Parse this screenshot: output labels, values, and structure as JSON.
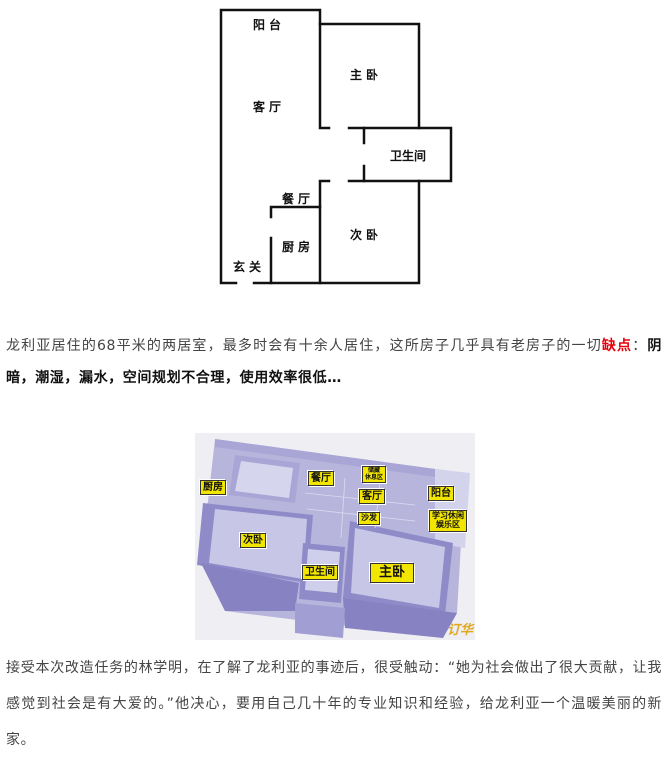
{
  "floorplan": {
    "rooms": [
      {
        "id": "balcony",
        "label": "阳台"
      },
      {
        "id": "master-bedroom",
        "label": "主卧"
      },
      {
        "id": "living-room",
        "label": "客厅"
      },
      {
        "id": "bathroom",
        "label": "卫生间"
      },
      {
        "id": "dining-room",
        "label": "餐厅"
      },
      {
        "id": "second-bedroom",
        "label": "次卧"
      },
      {
        "id": "kitchen",
        "label": "厨房"
      },
      {
        "id": "entrance",
        "label": "玄关"
      }
    ]
  },
  "paragraph1": {
    "text_normal": "龙利亚居住的68平米的两居室，最多时会有十余人居住，这所房子几乎具有老房子的一切",
    "text_highlight": "缺点",
    "text_colon": "：",
    "text_bold": "阴暗，潮湿，漏水，空间规划不合理，使用效率很低…",
    "highlight_color": "#e8000b"
  },
  "render3d": {
    "tags": [
      {
        "id": "kitchen",
        "label": "厨房"
      },
      {
        "id": "dining",
        "label": "餐厅"
      },
      {
        "id": "storage",
        "label": "储藏\n休息区"
      },
      {
        "id": "living",
        "label": "客厅"
      },
      {
        "id": "balcony",
        "label": "阳台"
      },
      {
        "id": "sofa",
        "label": "沙发"
      },
      {
        "id": "study",
        "label": "学习休闲\n娱乐区"
      },
      {
        "id": "second-bedroom",
        "label": "次卧"
      },
      {
        "id": "bathroom",
        "label": "卫生间"
      },
      {
        "id": "master-bedroom",
        "label": "主卧"
      }
    ],
    "watermark": "订华",
    "tag_color": "#f2e600",
    "wall_color": "#8c88c8"
  },
  "paragraph2": {
    "text": "接受本次改造任务的林学明，在了解了龙利亚的事迹后，很受触动：“她为社会做出了很大贡献，让我感觉到社会是有大爱的。”他决心，要用自己几十年的专业知识和经验，给龙利亚一个温暖美丽的新家。"
  }
}
